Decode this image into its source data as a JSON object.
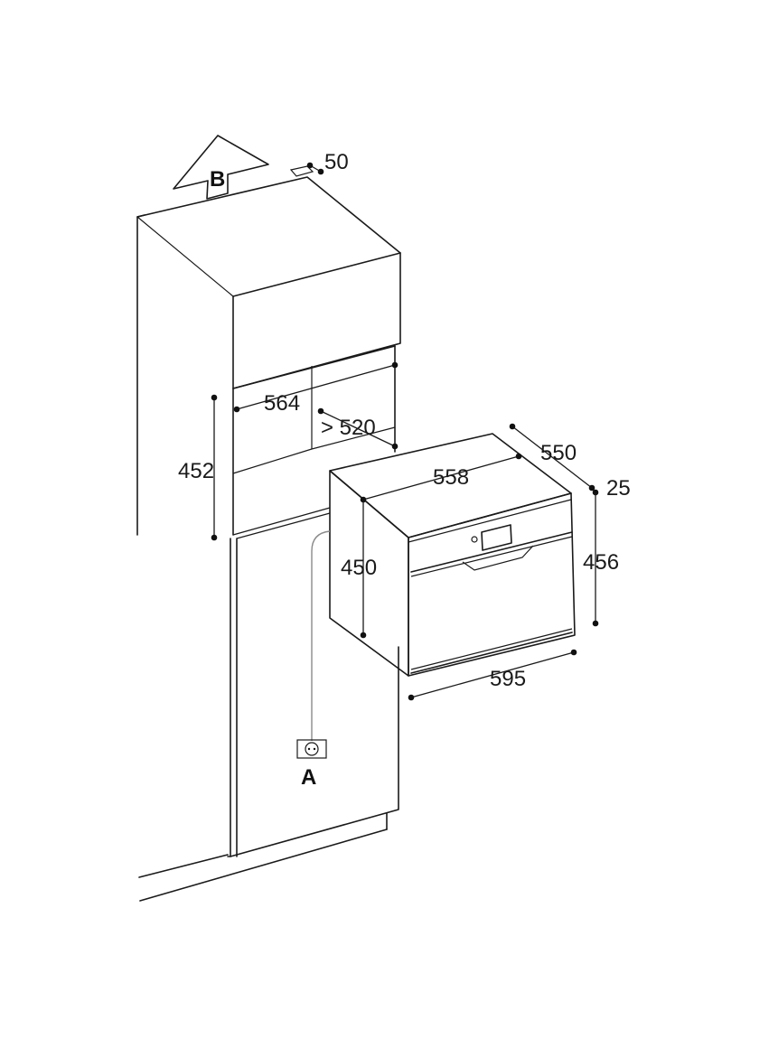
{
  "labels": {
    "direction_arrow": "B",
    "socket": "A"
  },
  "dimensions": {
    "top_gap": "50",
    "niche_width": "564",
    "niche_depth": "> 520",
    "niche_height": "452",
    "appliance_depth": "550",
    "appliance_body_width": "558",
    "front_thickness": "25",
    "appliance_body_height": "450",
    "front_height": "456",
    "front_width": "595"
  },
  "colors": {
    "line": "#1a1a1a",
    "cable": "#8a8a8a",
    "background": "#ffffff"
  },
  "icons": {
    "arrow": "up-arrow-icon",
    "socket": "power-socket-icon"
  }
}
